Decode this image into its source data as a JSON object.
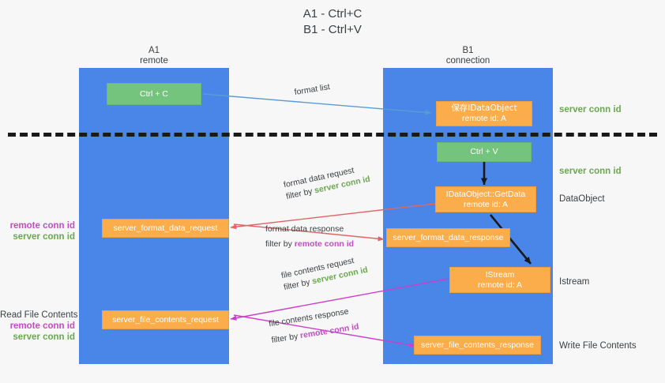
{
  "title": {
    "line1": "A1 - Ctrl+C",
    "line2": "B1 - Ctrl+V"
  },
  "lanes": [
    {
      "id": "a1",
      "title": "A1",
      "subtitle": "remote"
    },
    {
      "id": "b1",
      "title": "B1",
      "subtitle": "connection"
    }
  ],
  "boxes": {
    "ctrl_c": {
      "line1": "Ctrl + C",
      "line2": ""
    },
    "save_idataobject": {
      "line1": "保存IDataObject",
      "line2": "remote id: A"
    },
    "ctrl_v": {
      "line1": "Ctrl + V",
      "line2": ""
    },
    "idataobject_getdata": {
      "line1": "IDataObject::GetData",
      "line2": "remote id: A"
    },
    "format_data_request": {
      "line1": "server_format_data_request",
      "line2": ""
    },
    "format_data_response": {
      "line1": "server_format_data_response",
      "line2": ""
    },
    "istream": {
      "line1": "IStream",
      "line2": "remote id: A"
    },
    "file_contents_request": {
      "line1": "server_file_contents_request",
      "line2": ""
    },
    "file_contents_response": {
      "line1": "server_file_contents_response",
      "line2": ""
    }
  },
  "side_labels": {
    "server_conn_id_1": "server conn id",
    "server_conn_id_2": "server conn id",
    "dataobject": "DataObject",
    "istream": "Istream",
    "write_file_contents": "Write File Contents"
  },
  "left_labels": {
    "group1_remote": "remote conn id",
    "group1_server": "server conn id",
    "read_file_contents": "Read File Contents",
    "group2_remote": "remote conn id",
    "group2_server": "server conn id"
  },
  "flows": {
    "format_list": "format list",
    "format_data_request_l1": "format data request",
    "format_data_request_filter_prefix": "filter by ",
    "format_data_request_filter_value": "server conn id",
    "format_data_response_l1": "format data response",
    "format_data_response_filter_prefix": "filter by ",
    "format_data_response_filter_value": "remote conn id",
    "file_contents_request_l1": "file contents request",
    "file_contents_request_filter_prefix": "filter by ",
    "file_contents_request_filter_value": "server conn id",
    "file_contents_response_l1": "file contents response",
    "file_contents_response_filter_prefix": "filter by ",
    "file_contents_response_filter_value": "remote conn id"
  },
  "colors": {
    "lane": "#4a86e8",
    "green_box": "#74c47d",
    "orange_box": "#fbad4b",
    "green_text": "#6aa84f",
    "purple_text": "#c44cc4",
    "arrow_blue": "#5b9bd5",
    "arrow_red": "#e06666",
    "arrow_magenta": "#cc3fcc",
    "arrow_black": "#1a1a1a",
    "background": "#f7f7f7"
  }
}
